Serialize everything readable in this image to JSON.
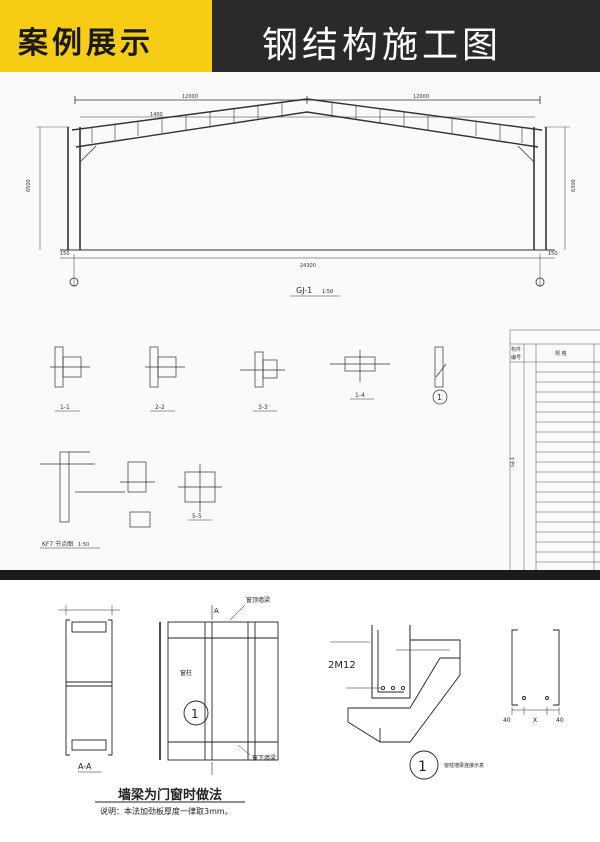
{
  "header": {
    "tag": "案例展示",
    "title": "钢结构施工图"
  },
  "frame": {
    "span_left": "12000",
    "span_right": "12000",
    "total_span": "24300",
    "col_height_left": "6500",
    "col_height_right": "6300",
    "panel_label": "1400",
    "base_left": "150",
    "base_right": "150",
    "caption": "GJ-1",
    "scale": "1:50"
  },
  "details": {
    "sec1": "1-1",
    "sec2": "2-2",
    "sec3": "3-3",
    "sec4": "1-4",
    "circ1": "1",
    "node_caption": "KF7 节点图",
    "node_scale": "1:50",
    "sec5": "5-5"
  },
  "table": {
    "head1": "构件",
    "head2": "编号",
    "head3": "规 格",
    "group": "GJ-1"
  },
  "lower": {
    "aa_label": "A-A",
    "caption_main": "墙梁为门窗时做法",
    "caption_note": "说明：本法加劲板厚度一律取3mm。",
    "letter_a": "A",
    "circle_mid": "1",
    "label_top": "窗顶墙梁",
    "label_col": "窗柱",
    "label_bottom": "窗下墙梁",
    "bolt_label": "2M12",
    "circle_right": "1",
    "right_caption": "窗柱墙梁连接示意",
    "dim_40a": "40",
    "dim_x": "X",
    "dim_40b": "40"
  }
}
